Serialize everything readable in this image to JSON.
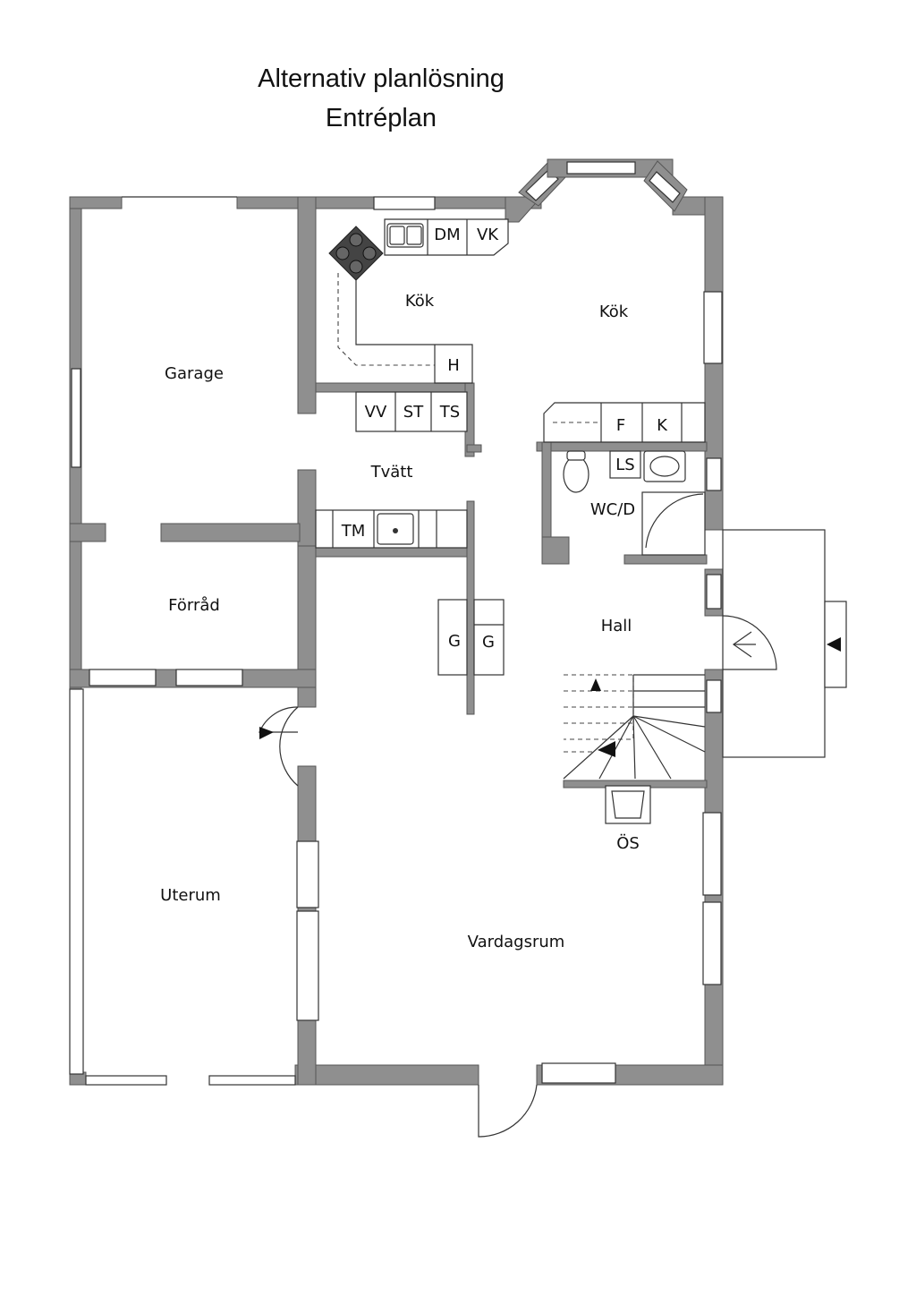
{
  "title": "Alternativ planlösning",
  "subtitle": "Entréplan",
  "rooms": {
    "garage": "Garage",
    "kok_left": "Kök",
    "kok_right": "Kök",
    "tvatt": "Tvätt",
    "forrad": "Förråd",
    "uterum": "Uterum",
    "vardagsrum": "Vardagsrum",
    "hall": "Hall",
    "wc": "WC/D"
  },
  "fixtures": {
    "dm": "DM",
    "vk": "VK",
    "h": "H",
    "vv": "VV",
    "st": "ST",
    "ts": "TS",
    "f": "F",
    "k": "K",
    "ls": "LS",
    "tm": "TM",
    "g1": "G",
    "g2": "G",
    "os": "ÖS"
  }
}
